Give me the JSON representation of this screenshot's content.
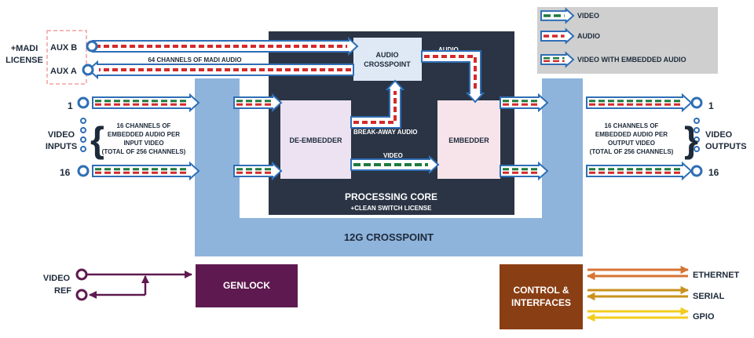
{
  "legend": {
    "video": "VIDEO",
    "audio": "AUDIO",
    "embedded": "VIDEO WITH EMBEDDED AUDIO"
  },
  "madi": {
    "license": [
      "+MADI",
      "LICENSE"
    ],
    "aux_b": "AUX B",
    "aux_a": "AUX A",
    "channels": "64 CHANNELS OF MADI AUDIO"
  },
  "blocks": {
    "audio_crosspoint": [
      "AUDIO",
      "CROSSPOINT"
    ],
    "de_embedder": "DE-EMBEDDER",
    "embedder": "EMBEDDER",
    "processing_core": "PROCESSING CORE",
    "clean_switch": "+CLEAN SWITCH LICENSE",
    "crosspoint_12g": "12G CROSSPOINT",
    "genlock": "GENLOCK",
    "control": [
      "CONTROL &",
      "INTERFACES"
    ]
  },
  "flows": {
    "audio": "AUDIO",
    "break_away": "BREAK-AWAY AUDIO",
    "video": "VIDEO"
  },
  "inputs": {
    "first": "1",
    "last": "16",
    "label": [
      "VIDEO",
      "INPUTS"
    ],
    "note": [
      "16 CHANNELS OF",
      "EMBEDDED AUDIO PER",
      "INPUT VIDEO",
      "(TOTAL OF 256 CHANNELS)"
    ]
  },
  "outputs": {
    "first": "1",
    "last": "16",
    "label": [
      "VIDEO",
      "OUTPUTS"
    ],
    "note": [
      "16 CHANNELS OF",
      "EMBEDDED AUDIO PER",
      "OUTPUT VIDEO",
      "(TOTAL OF 256 CHANNELS)"
    ]
  },
  "ref": {
    "label": [
      "VIDEO",
      "REF"
    ]
  },
  "interfaces": {
    "ethernet": "ETHERNET",
    "serial": "SERIAL",
    "gpio": "GPIO"
  },
  "colors": {
    "blue_outline": "#2e6eb5",
    "green": "#1e7a3c",
    "red": "#d42a2a",
    "crosspoint": "#8fb4dc",
    "core": "#2a3444",
    "purple": "#5e1a50",
    "brown": "#8a3e14",
    "orange": "#d67434",
    "gold": "#c9921e",
    "yellow": "#f2cc1e"
  }
}
